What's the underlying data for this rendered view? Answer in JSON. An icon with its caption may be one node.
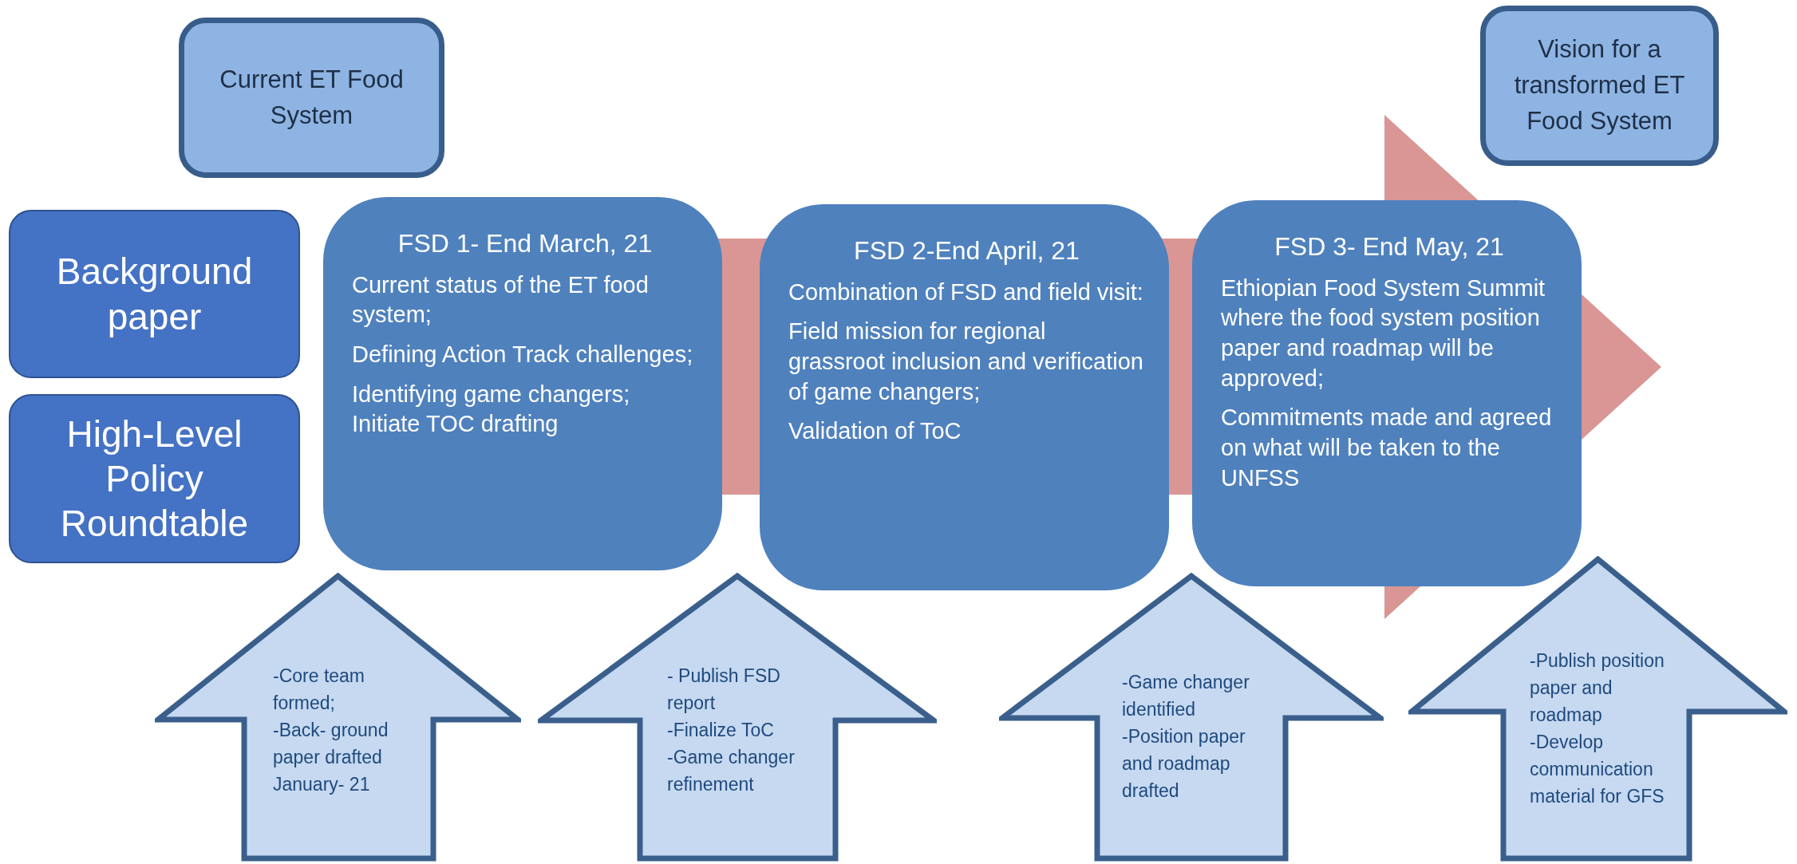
{
  "diagram": {
    "nodes": [
      {
        "text": [
          "Current ET Food System"
        ]
      },
      {
        "text": [
          "Vision for a transformed ET Food System"
        ]
      },
      {
        "text": [
          "Background paper"
        ]
      },
      {
        "text": [
          "High-Level Policy Roundtable"
        ]
      },
      {
        "text": [
          "FSD 1- End March, 21",
          "Current status of the ET food system;",
          "Defining Action Track challenges;",
          "Identifying game changers; Initiate TOC drafting"
        ]
      },
      {
        "text": [
          "FSD 2-End April, 21",
          "Combination of FSD and field visit:",
          "Field mission for regional grassroot inclusion and verification of game changers;",
          "Validation of ToC"
        ]
      },
      {
        "text": [
          "FSD 3- End May, 21",
          "Ethiopian Food System Summit where the food system position paper and roadmap will be approved;",
          "Commitments made and agreed on what will be taken to the UNFSS"
        ]
      },
      {
        "text": [
          "-Core team formed;",
          "-Back- ground paper drafted January- 21"
        ]
      },
      {
        "text": [
          "- Publish FSD report",
          "-Finalize ToC",
          "-Game changer refinement"
        ]
      },
      {
        "text": [
          "-Game changer identified",
          "-Position paper and roadmap drafted"
        ]
      },
      {
        "text": [
          "-Publish position paper and roadmap",
          "-Develop communication material for GFS"
        ]
      }
    ]
  }
}
